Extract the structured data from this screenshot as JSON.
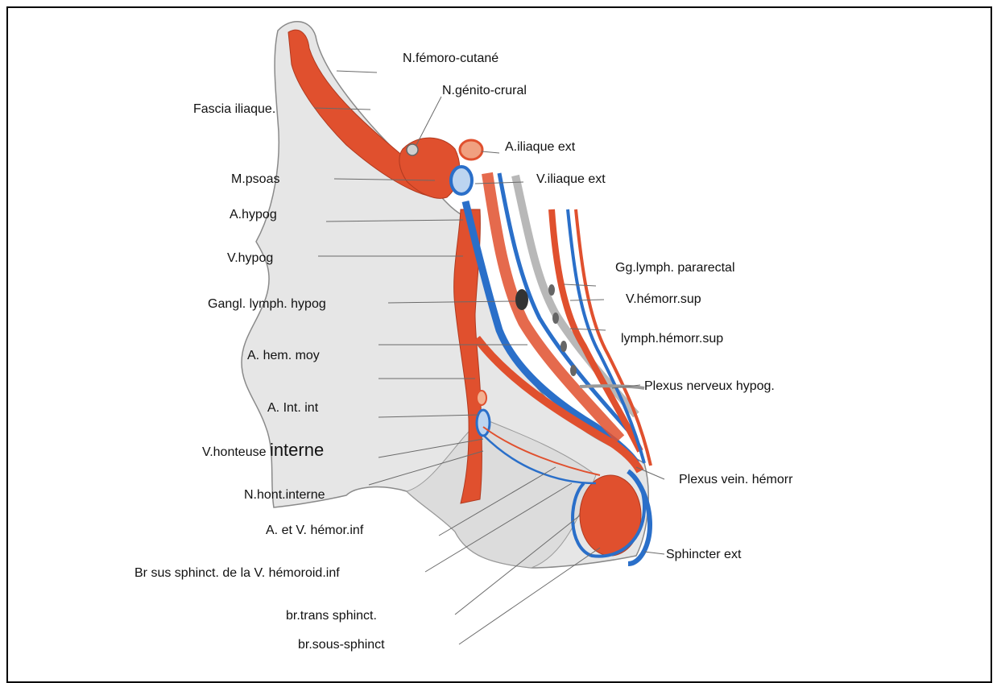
{
  "labels": {
    "femoro_cutane": "N.fémoro-cutané",
    "genito_crural": "N.génito-crural",
    "fascia_iliaque": "Fascia iliaque.",
    "iliaque_ext_a": "A.iliaque ext",
    "psoas": "M.psoas",
    "iliaque_ext_v": "V.iliaque ext",
    "hypog_a": "A.hypog",
    "hypog_v": "V.hypog",
    "lymph_pararectal": "Gg.lymph. pararectal",
    "gangl_hypog": "Gangl. lymph. hypog",
    "hemorr_sup_v": "V.hémorr.sup",
    "lymph_hemorr_sup": "lymph.hémorr.sup",
    "hem_moy": "A. hem. moy",
    "plexus_nerveux": "Plexus nerveux hypog.",
    "int_int": "A. Int. int",
    "honteuse_prefix": "V.honteuse ",
    "honteuse_suffix": "interne",
    "plexus_vein": "Plexus vein. hémorr",
    "hont_interne": "N.hont.interne",
    "hemor_inf": "A. et V. hémor.inf",
    "sphincter_ext": "Sphincter ext",
    "br_sus": "Br sus sphinct. de la V. hémoroid.inf",
    "br_trans": "br.trans sphinct.",
    "br_sous": "br.sous-sphinct"
  },
  "colors": {
    "artery": "#e0502e",
    "vein": "#2a6fc9",
    "bone": "#e6e6e6",
    "outline": "#8a8a8a",
    "leader": "#6a6a6a"
  }
}
